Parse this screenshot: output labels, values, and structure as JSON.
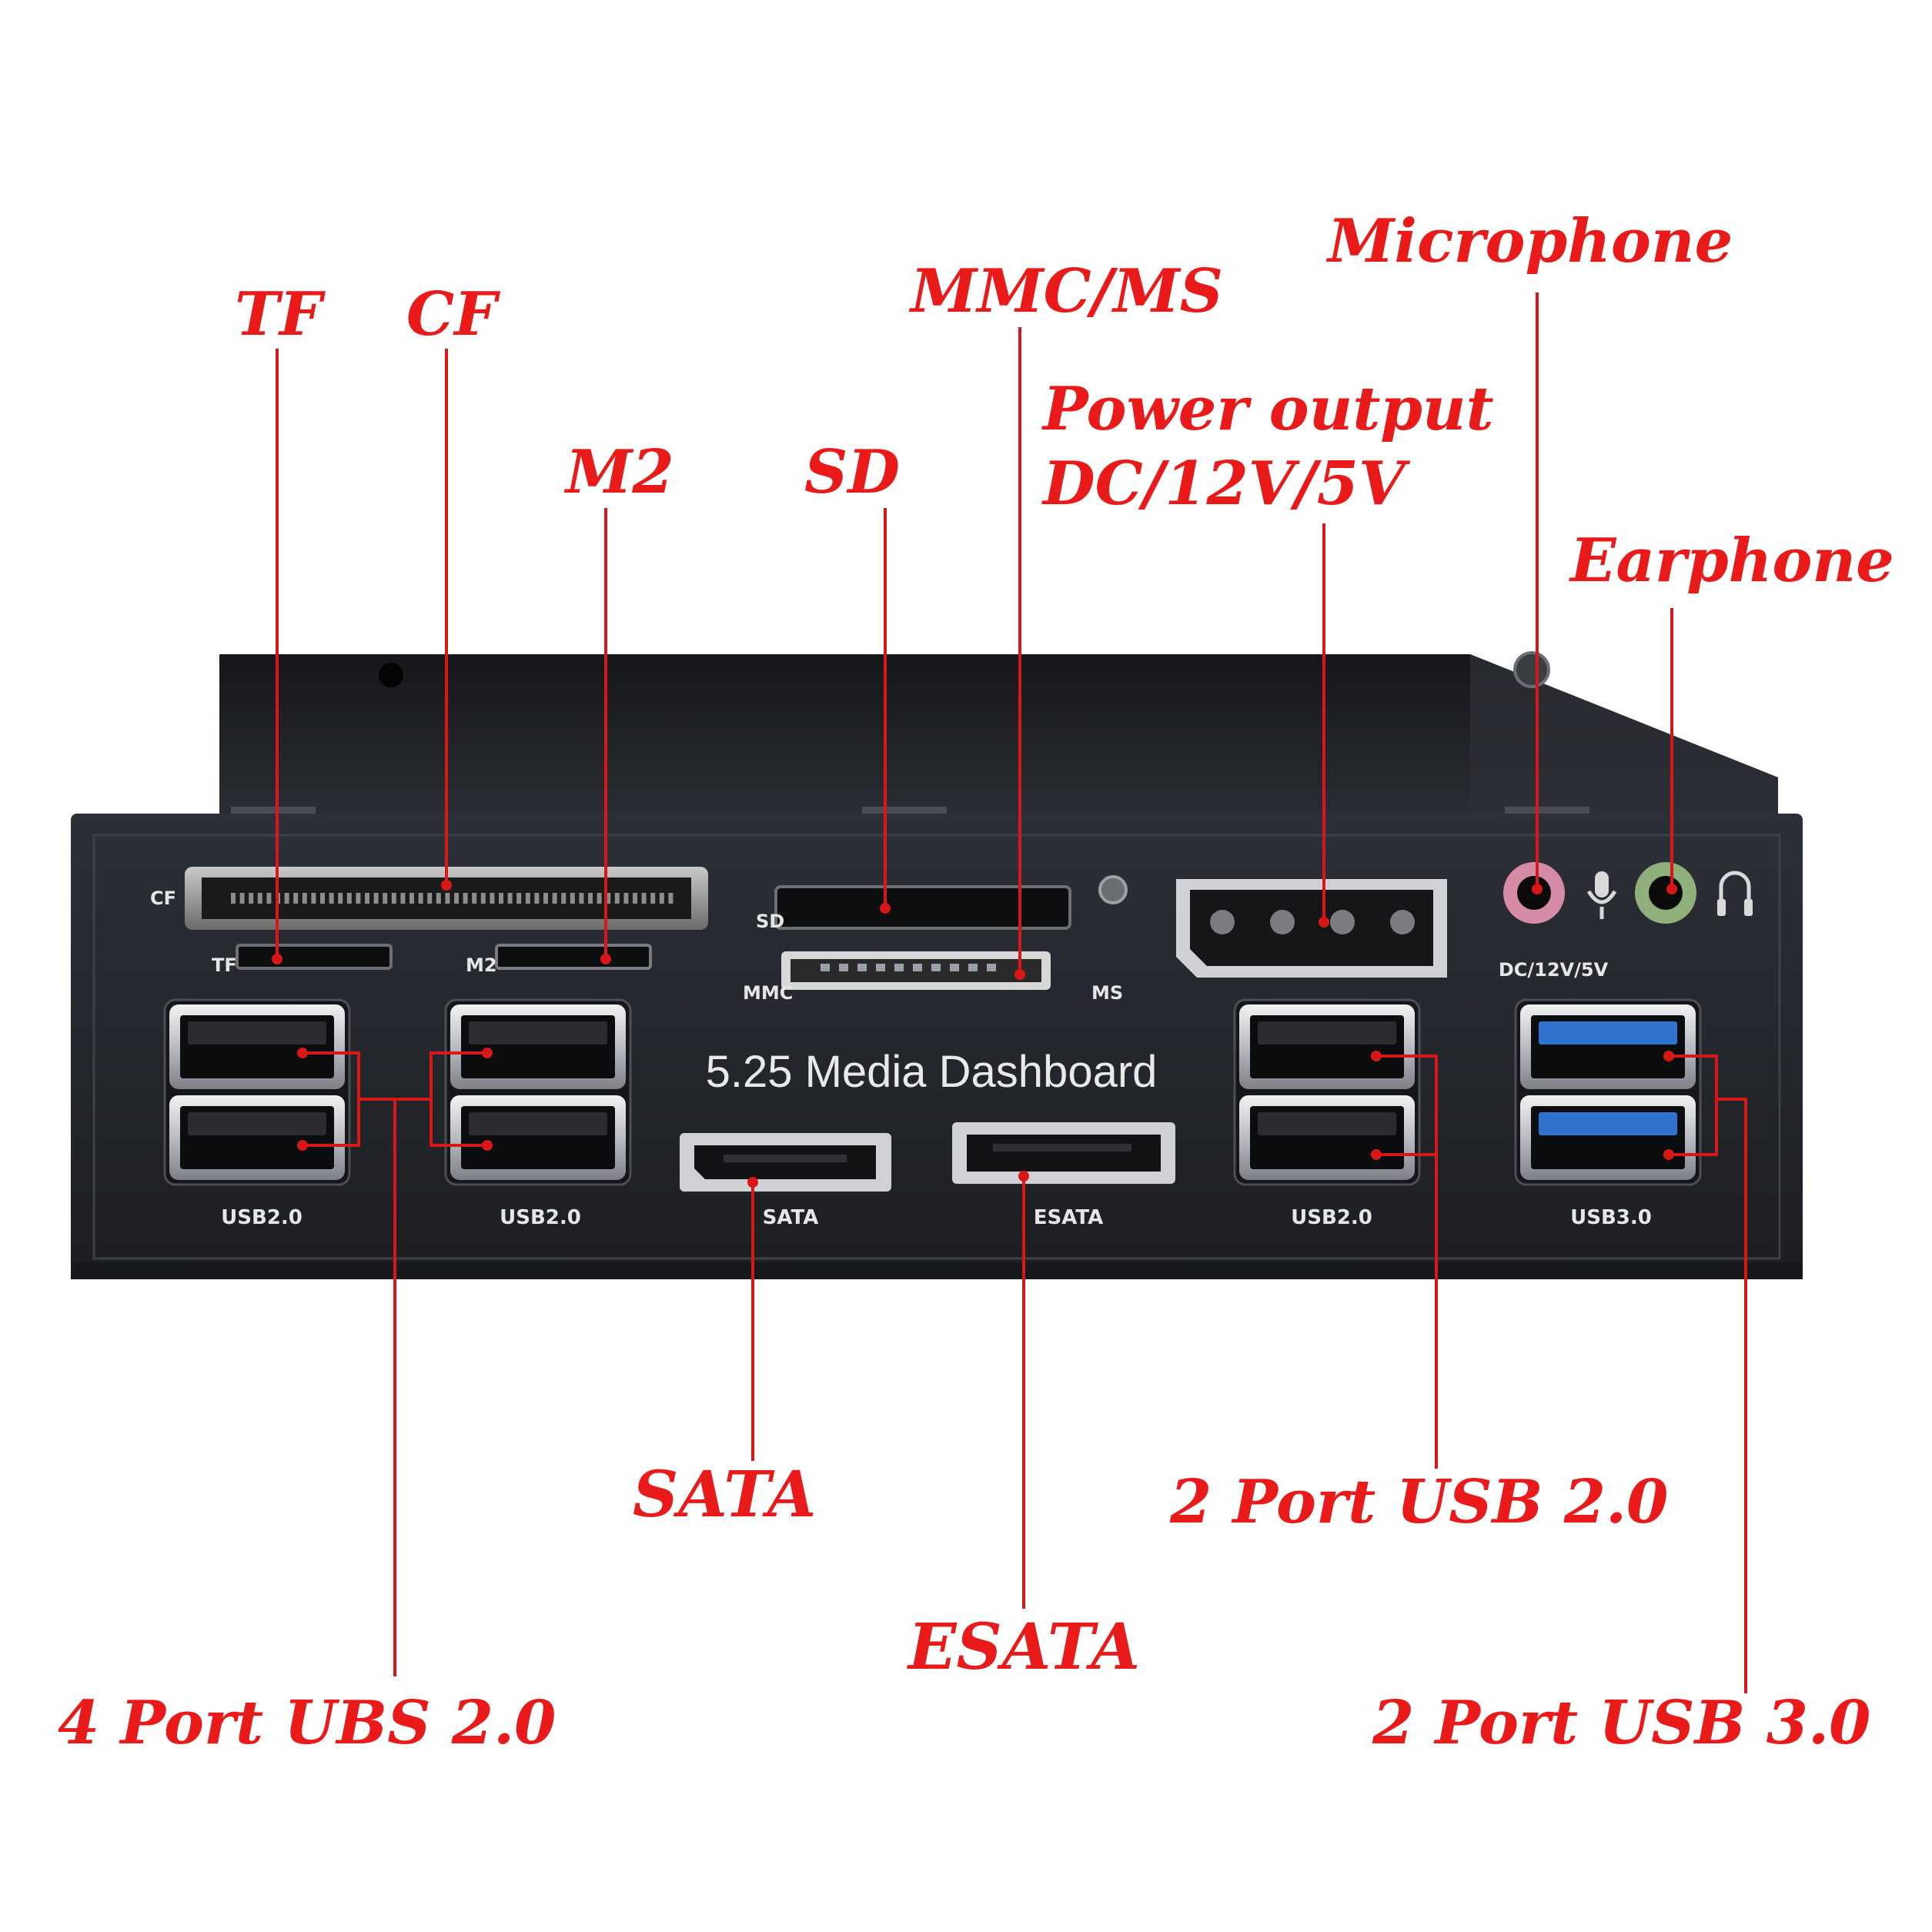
{
  "colors": {
    "callout": "#e81a1a",
    "leader": "#d81818",
    "panel_face": "#24272d",
    "panel_top": "#1e2024",
    "plate_text": "#e6e6e6",
    "usb3_blue": "#2f72d0",
    "mic_pink": "#d58aa6",
    "ear_green": "#8fb07a"
  },
  "callouts": {
    "tf": "TF",
    "cf": "CF",
    "m2": "M2",
    "sd": "SD",
    "mmc_ms": "MMC/MS",
    "power_line1": "Power output",
    "power_line2": "DC/12V/5V",
    "microphone": "Microphone",
    "earphone": "Earphone",
    "sata": "SATA",
    "esata": "ESATA",
    "usb20_4port": "4 Port UBS 2.0",
    "usb20_2port": "2 Port USB 2.0",
    "usb30_2port": "2 Port USB 3.0"
  },
  "panel": {
    "title": "5.25 Media Dashboard",
    "labels": {
      "cf": "CF",
      "tf": "TF",
      "m2": "M2",
      "sd": "SD",
      "mmc": "MMC",
      "ms": "MS",
      "power": "DC/12V/5V",
      "usb_a": "USB2.0",
      "usb_b": "USB2.0",
      "sata": "SATA",
      "esata": "ESATA",
      "usb_c": "USB2.0",
      "usb_d": "USB3.0"
    },
    "icons": {
      "mic": "microphone-icon",
      "ear": "headphone-icon"
    }
  }
}
